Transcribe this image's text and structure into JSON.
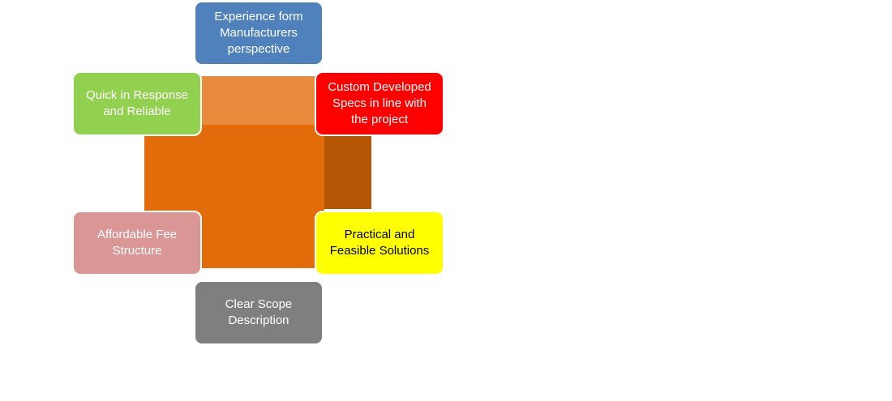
{
  "colors": {
    "cube_top": "#e88b3c",
    "cube_front": "#e36c0a",
    "cube_side": "#b55506",
    "box_blue": "#4f81bd",
    "box_green": "#92d050",
    "box_red": "#ff0000",
    "box_pink": "#d99694",
    "box_yellow": "#ffff00",
    "box_gray": "#7f7f7f",
    "text_light": "#ffffff",
    "text_dark": "#000000"
  },
  "boxes": {
    "top": "Experience form\nManufacturers\nperspective",
    "top_left": "Quick in Response\nand Reliable",
    "top_right": "Custom Developed\nSpecs in line with\nthe project",
    "bottom_left": "Affordable Fee\nStructure",
    "bottom_right": "Practical and\nFeasible Solutions",
    "bottom": "Clear Scope\nDescription"
  }
}
